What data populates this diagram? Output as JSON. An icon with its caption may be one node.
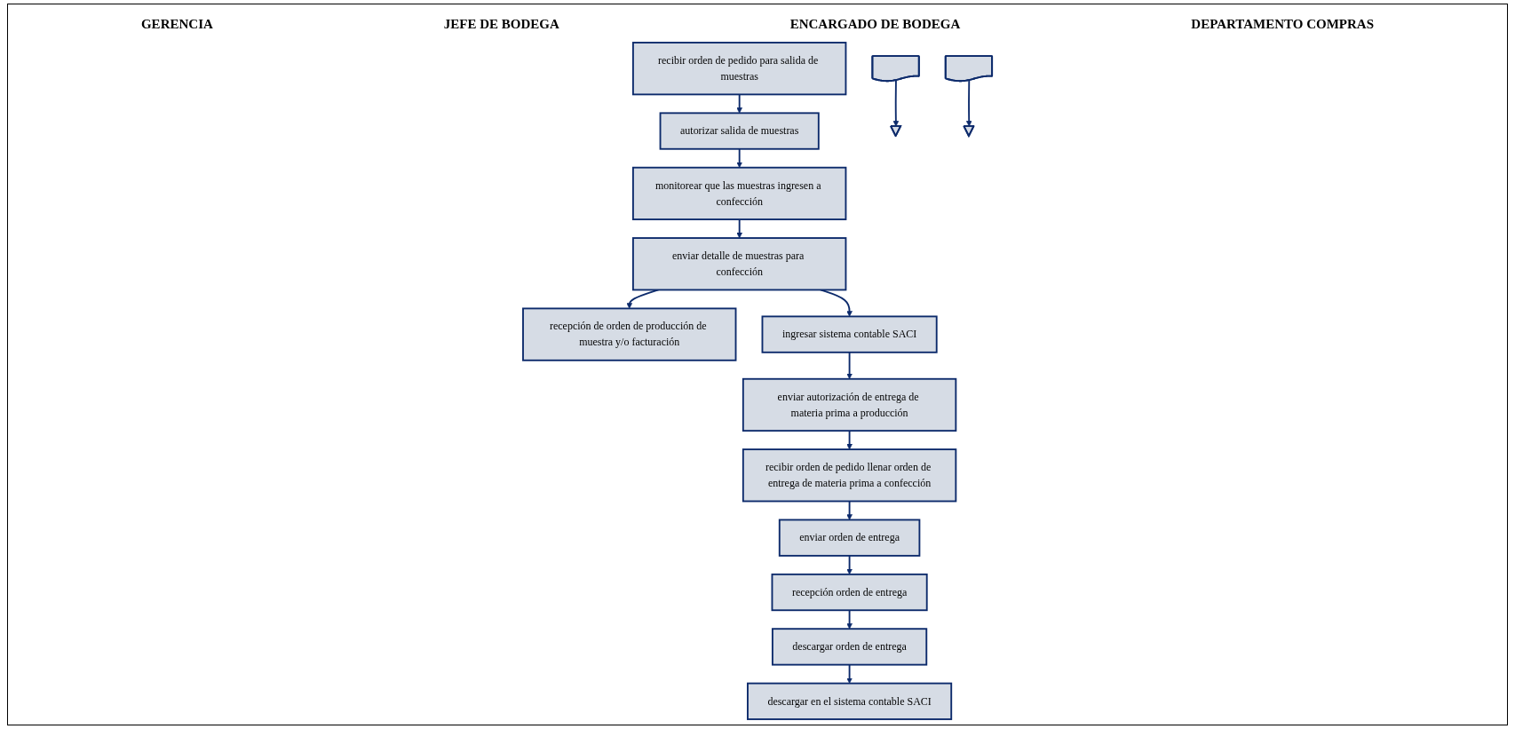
{
  "diagram": {
    "nodes": [
      {
        "text": [
          "recibir orden de pedido para salida de muestras"
        ]
      },
      {
        "text": [
          "autorizar salida de muestras"
        ]
      },
      {
        "text": [
          "monitorear que las muestras ingresen a confección"
        ]
      },
      {
        "text": [
          "enviar detalle de muestras para confección"
        ]
      },
      {
        "text": [
          "recepción de orden de producción de muestra y/o facturación"
        ]
      },
      {
        "text": [
          "ingresar sistema contable SACI"
        ]
      },
      {
        "text": [
          "enviar autorización de entrega de materia prima a producción"
        ]
      },
      {
        "text": [
          "recibir orden de pedido llenar orden de entrega de materia prima a confección"
        ]
      },
      {
        "text": [
          "recepción orden de entrega"
        ]
      },
      {
        "text": [
          "enviar orden de entrega"
        ]
      },
      {
        "text": [],
        "shape": "document"
      },
      {
        "text": [],
        "shape": "document"
      },
      {
        "text": [
          "descargar orden de entrega"
        ]
      },
      {
        "text": [],
        "shape": "triangle"
      },
      {
        "text": [],
        "shape": "triangle"
      },
      {
        "text": [
          "descargar en el sistema contable SACI"
        ]
      }
    ],
    "edges": [
      {
        "from": 0,
        "to": 1,
        "arrow": "to"
      },
      {
        "from": 1,
        "to": 2,
        "arrow": "to"
      },
      {
        "from": 2,
        "to": 3,
        "arrow": "to"
      },
      {
        "from": 3,
        "to": 4,
        "arrow": "to"
      },
      {
        "from": 3,
        "to": 5,
        "arrow": "to"
      },
      {
        "from": 5,
        "to": 6,
        "arrow": "to"
      },
      {
        "from": 6,
        "to": 7,
        "arrow": "to"
      },
      {
        "from": 7,
        "to": 9,
        "arrow": "to"
      },
      {
        "from": 9,
        "to": 8,
        "arrow": "to"
      },
      {
        "from": 8,
        "to": 12,
        "arrow": "to"
      },
      {
        "from": 12,
        "to": 15,
        "arrow": "to"
      },
      {
        "from": 10,
        "to": 13,
        "arrow": "to"
      },
      {
        "from": 11,
        "to": 14,
        "arrow": "to"
      }
    ],
    "labels": [
      "GERENCIA",
      "JEFE DE BODEGA",
      "ENCARGADO DE BODEGA",
      "DEPARTAMENTO COMPRAS"
    ]
  }
}
